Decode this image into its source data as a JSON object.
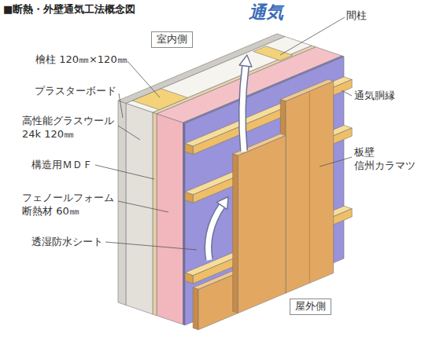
{
  "diagram": {
    "title": "■断熱・外壁通気工法概念図",
    "nodes": [
      {
        "text": [
          "室内側"
        ]
      },
      {
        "text": [
          "屋外側"
        ]
      }
    ],
    "labels": [
      "通気",
      "間柱",
      "檜柱 120㎜×120㎜",
      "プラスターボード",
      "通気胴縁",
      "高性能グラスウール 24k 120㎜",
      "構造用ＭＤＦ",
      "板壁 信州カラマツ",
      "フェノールフォーム 断熱材 60㎜",
      "透湿防水シート"
    ]
  }
}
